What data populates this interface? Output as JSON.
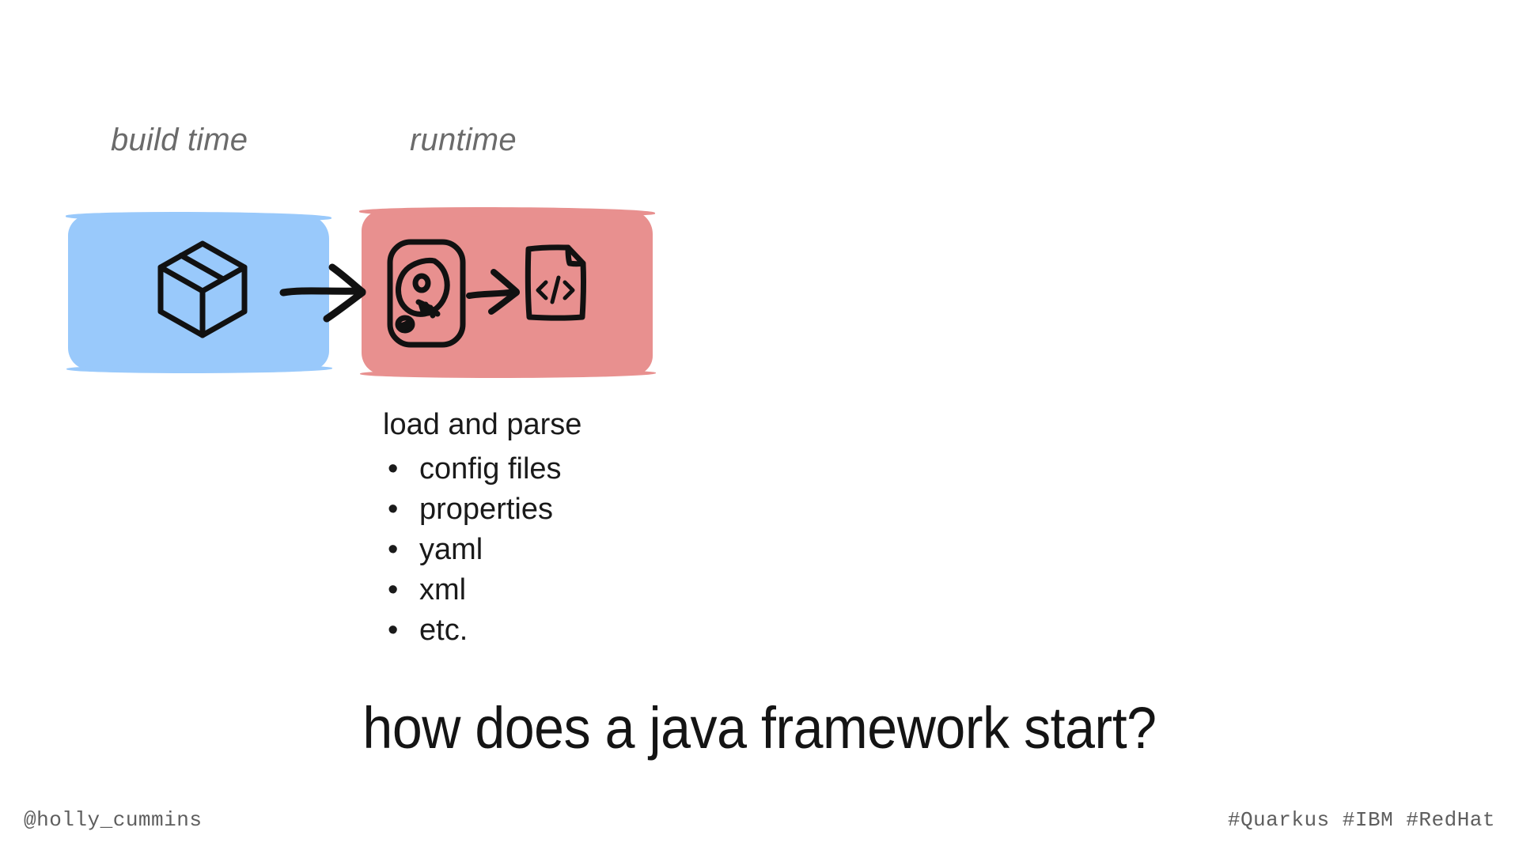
{
  "slide": {
    "background_color": "#ffffff",
    "title": "how does a java framework start?"
  },
  "phases": [
    {
      "id": "build-time",
      "label": "build time",
      "panel_color": "#99C9FB"
    },
    {
      "id": "runtime",
      "label": "runtime",
      "panel_color": "#E8908F"
    }
  ],
  "icons": {
    "box": "package-box-icon",
    "arrow_main": "arrow-right-icon",
    "disk": "hard-disk-icon",
    "arrow_small": "arrow-right-icon",
    "code_file": "code-file-icon",
    "code_file_glyph": "</>"
  },
  "parse": {
    "heading": "load and parse",
    "bullet_char": "•",
    "items": [
      "config files",
      "properties",
      "yaml",
      "xml",
      "etc."
    ]
  },
  "footer": {
    "handle": "@holly_cummins",
    "tags": "#Quarkus #IBM #RedHat"
  }
}
